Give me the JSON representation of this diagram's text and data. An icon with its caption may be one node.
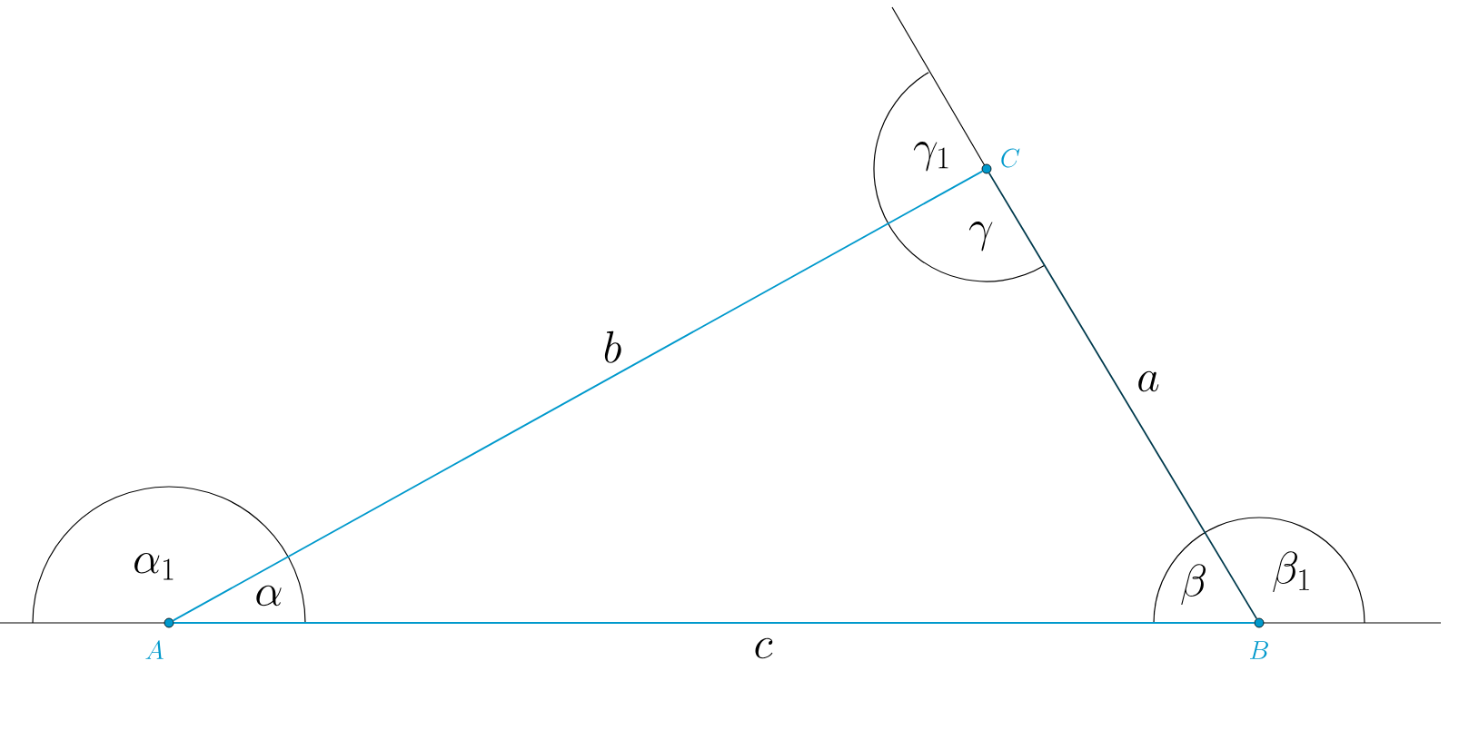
{
  "diagram": {
    "nodes": [
      {
        "text": [],
        "shape": "circle",
        "beside": [
          "A"
        ]
      },
      {
        "text": [],
        "shape": "circle",
        "beside": [
          "B"
        ]
      },
      {
        "text": [],
        "shape": "circle",
        "beside": [
          "C"
        ]
      }
    ],
    "edges": [
      {
        "from": 0,
        "to": 2,
        "arrow": "none",
        "label": "b"
      },
      {
        "from": 2,
        "to": 1,
        "arrow": "none",
        "label": "a",
        "color": "#003a4d"
      },
      {
        "from": 0,
        "to": 1,
        "arrow": "none",
        "label": "c"
      }
    ],
    "labels": [
      "\\alpha_1",
      "\\alpha",
      "\\gamma_1",
      "\\gamma",
      "\\beta",
      "\\beta_1"
    ]
  }
}
